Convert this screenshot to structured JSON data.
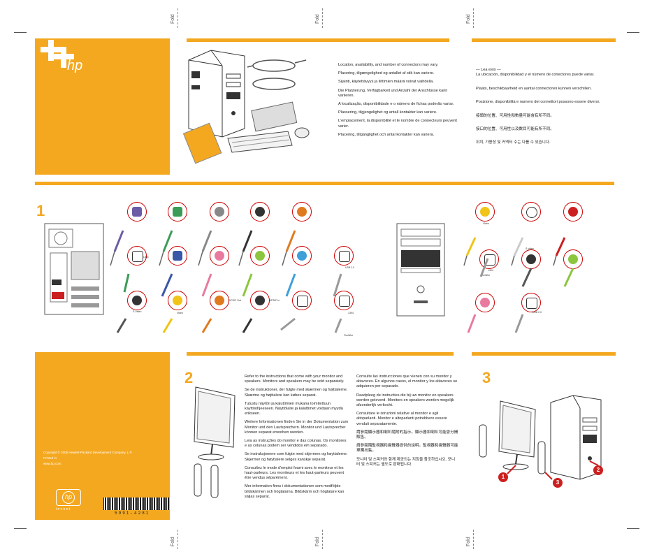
{
  "fold_marks": [
    "Fold",
    "Fold",
    "Fold",
    "Fold",
    "Fold",
    "Fold"
  ],
  "brand": {
    "logo_text": "hp",
    "invent_text": "i n v e n t"
  },
  "colors": {
    "accent": "#f4a820",
    "port_ring": "#cc1f1f",
    "badge": "#cc1f1f"
  },
  "connector_notes": {
    "col1": [
      "Location, availability, and number of connectors may vary.",
      "Placering, tilgængelighed og antallet af stik kan variere.",
      "Sijainti, käytettävyys ja liittimien määrä voivat vaihdella.",
      "Die Platzierung, Verfügbarkeit und Anzahl der Anschlüsse kann variieren.",
      "A localização, disponibilidade e o número de fichas poderão variar.",
      "Plassering, tilgjengelighet og antall kontakter kan variere.",
      "L'emplacement, la disponibilité et le nombre de connecteurs peuvent varier.",
      "Placering, tillgänglighet och antal kontakter kan variera."
    ],
    "col2": [
      "— Lea esto —\nLa ubicación, disponibilidad y el número de conectores puede variar.",
      "Plaats, beschikbaarheid en aantal connectoren kunnen verschillen.",
      "Posizione, disponibilità e numero dei connettori possono essere diversi.",
      "接頭的位置、可用性和數量可能會有所不同。",
      "接口的位置、可用性以及数目可能有所不同。",
      "위치, 가용성 및 커넥터 수는 다를 수 있습니다."
    ]
  },
  "steps": {
    "step1": "1",
    "step2": "2",
    "step3": "3"
  },
  "port_labels": {
    "rear": [
      "LINE",
      "S-Video",
      "Video",
      "S/PDIF Out",
      "S/PDIF In",
      "USB 2.0",
      "1394",
      "FireWire"
    ],
    "front": [
      "Video",
      "S-video",
      "FireWire",
      "1394",
      "USB 2.0"
    ]
  },
  "step2_text": {
    "col1": [
      "Refer to the instructions that come with your monitor and speakers. Monitors and speakers may be sold separately.",
      "Se de instruktioner, der fulgte med skærmen og højttalerne. Skærme og højttalere kan købes separat.",
      "Tutustu näytön ja kaiuttimien mukana toimitettuun käyttöohjeeseen. Näyttölaite ja kaiuttimet voidaan myydä erikseen.",
      "Weitere Informationen finden Sie in der Dokumentation zum Monitor und den Lautsprechern. Monitor und Lautsprecher können separat erworben werden.",
      "Leia as instruções do monitor e das colunas. Os monitores e as colunas podem ser vendidos em separado.",
      "Se instruksjonene som fulgte med skjermen og høyttalerne. Skjermer og høyttalere selges kanskje separat.",
      "Consultez le mode d'emploi fourni avec le moniteur et les haut-parleurs. Les moniteurs et les haut-parleurs peuvent être vendus séparément.",
      "Mer information finns i dokumentationen som medföljde bildskärmen och högtalarna. Bildskärm och högtalare kan säljas separat."
    ],
    "col2": [
      "Consulte las instrucciones que vienen con su monitor y altavoces. En algunos casos, el monitor y los altavoces se adquieren por separado.",
      "Raadpleeg de instructies die bij uw monitor en speakers werden geleverd. Monitors en speakers worden mogelijk afzonderlijk verkocht.",
      "Consultare le istruzioni relative al monitor e agli altoparlanti. Monitor e altoparlanti potrebbero essere venduti separatamente.",
      "請參閱顯示器和喇叭隨附的指示。顯示器和喇叭可能會分開販售。",
      "請參閱隨監視器和揚聲器提供的說明。監視器和揚聲器可能單獨出售。",
      "모니터 및 스피커와 함께 제공되는 지침을 참조하십시오. 모니터 및 스피커는 별도로 판매됩니다."
    ]
  },
  "copyright": {
    "line1": "Copyright © 2005 Hewlett-Packard Development Company, L.P.",
    "line2": "Printed in",
    "line3": "www.hp.com"
  },
  "barcode_text": "5991-4281",
  "step3_badges": [
    "1",
    "2",
    "3"
  ]
}
